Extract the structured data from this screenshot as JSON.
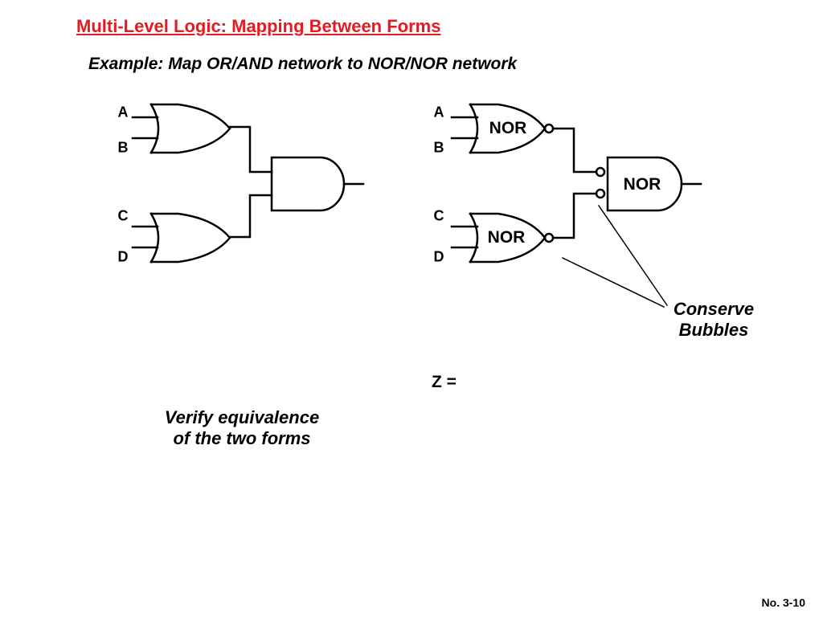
{
  "slide": {
    "title": "Multi-Level Logic: Mapping Between Forms",
    "subtitle": "Example: Map OR/AND network to NOR/NOR network",
    "page_number": "No. 3-10"
  },
  "left_circuit": {
    "inputs": [
      "A",
      "B",
      "C",
      "D"
    ]
  },
  "right_circuit": {
    "inputs": [
      "A",
      "B",
      "C",
      "D"
    ],
    "gate_top_label": "NOR",
    "gate_bottom_label": "NOR",
    "gate_output_label": "NOR",
    "annotation": [
      "Conserve",
      "Bubbles"
    ],
    "result_label": "Z ="
  },
  "left_note": [
    "Verify equivalence",
    "of the two forms"
  ]
}
